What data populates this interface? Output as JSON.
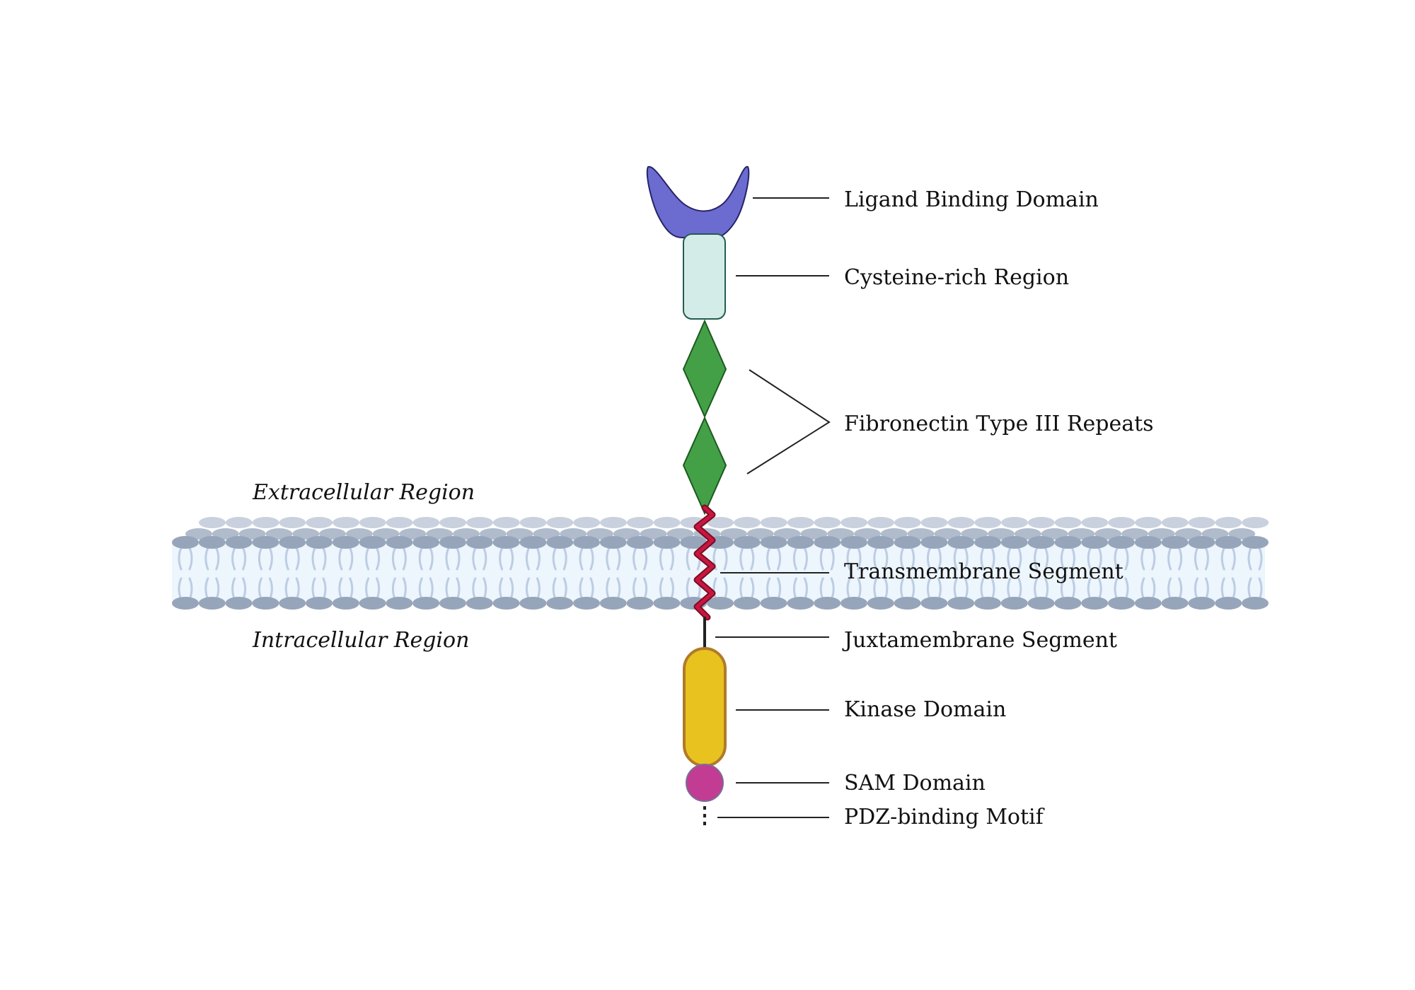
{
  "diagram": {
    "regions": {
      "extracellular": "Extracellular Region",
      "intracellular": "Intracellular Region"
    },
    "labels": {
      "ligand_binding": "Ligand Binding Domain",
      "cysteine_rich": "Cysteine-rich Region",
      "fibronectin": "Fibronectin Type III Repeats",
      "transmembrane": "Transmembrane Segment",
      "juxtamembrane": "Juxtamembrane Segment",
      "kinase": "Kinase Domain",
      "sam": "SAM Domain",
      "pdz": "PDZ-binding Motif"
    },
    "colors": {
      "ligand_binding": "#6b6bd0",
      "cysteine_rich": "#d4ece8",
      "fibronectin": "#43a047",
      "transmembrane": "#c8173f",
      "kinase": "#e8c21f",
      "kinase_border": "#b07a2a",
      "sam": "#c23c93",
      "membrane_head": "#97a5bb",
      "membrane_tail": "#bccde3",
      "membrane_bg": "#edf5fd"
    }
  }
}
